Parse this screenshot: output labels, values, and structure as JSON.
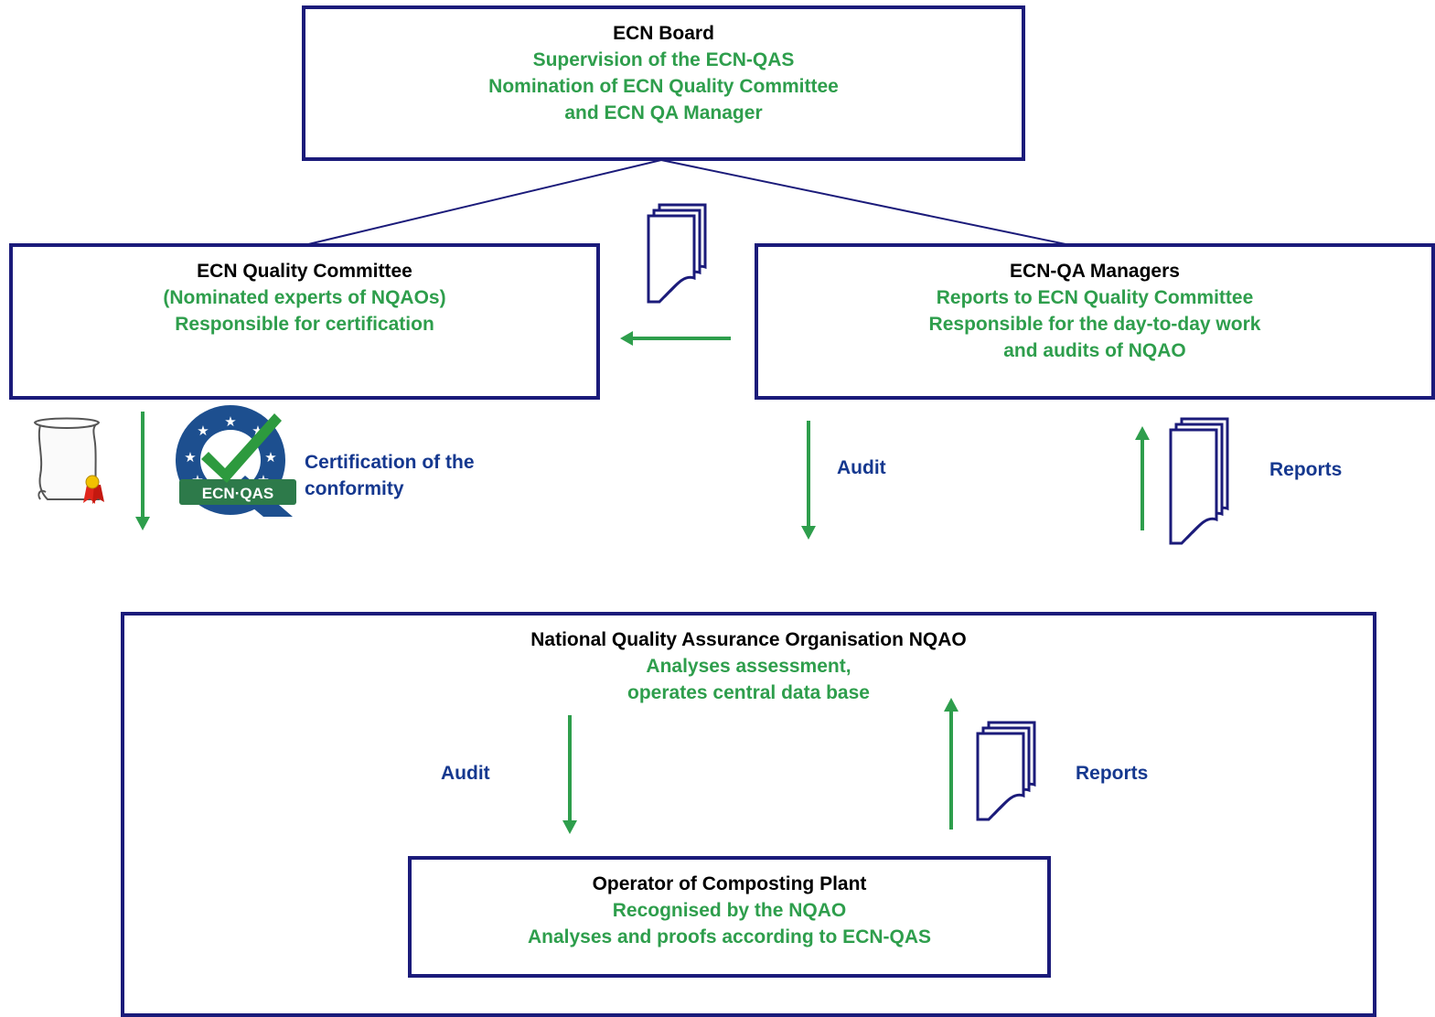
{
  "colors": {
    "box_border": "#1b1b7a",
    "title_text": "#000000",
    "description_text": "#2e9e4c",
    "label_text": "#15388f",
    "arrow": "#2e9e4c",
    "connector": "#1b1b7a"
  },
  "board": {
    "title": "ECN Board",
    "lines": [
      "Supervision of the ECN-QAS",
      "Nomination of ECN Quality Committee",
      "and ECN QA Manager"
    ]
  },
  "committee": {
    "title": "ECN Quality Committee",
    "lines": [
      "(Nominated experts of NQAOs)",
      "Responsible for certification"
    ]
  },
  "managers": {
    "title": "ECN-QA Managers",
    "lines": [
      "Reports to ECN Quality Committee",
      "Responsible for the day-to-day work",
      "and audits of NQAO"
    ]
  },
  "nqao": {
    "title": "National Quality Assurance Organisation NQAO",
    "lines": [
      "Analyses assessment,",
      "operates central data base"
    ]
  },
  "operator": {
    "title": "Operator of Composting Plant",
    "lines": [
      "Recognised by the NQAO",
      "Analyses and proofs according to ECN-QAS"
    ]
  },
  "certification": {
    "lines": [
      "Certification of  the",
      "conformity"
    ],
    "logo_text": "ECN·QAS",
    "icons": [
      "certificate-scroll-icon",
      "ecn-qas-logo-icon"
    ]
  },
  "labels": {
    "audit_upper": "Audit",
    "reports_upper": "Reports",
    "audit_lower": "Audit",
    "reports_lower": "Reports"
  },
  "icons": [
    "document-stack-icon",
    "arrow-down-icon",
    "arrow-up-icon",
    "arrow-left-icon"
  ]
}
